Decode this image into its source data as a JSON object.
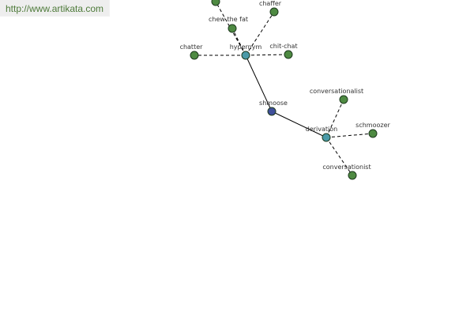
{
  "watermark": {
    "url": "http://www.artikata.com"
  },
  "colors": {
    "root": "#3f4f9a",
    "relation": "#4a9aa8",
    "leaf": "#4e8a42",
    "url_text": "#4d7a39",
    "url_bg": "#eeeeee"
  },
  "graph": {
    "nodes": [
      {
        "id": "schmoose",
        "label": "shmoose",
        "kind": "root"
      },
      {
        "id": "hypernym",
        "label": "hypernym",
        "kind": "relation"
      },
      {
        "id": "derivation",
        "label": "derivation",
        "kind": "relation"
      },
      {
        "id": "chatter",
        "label": "chatter",
        "kind": "leaf"
      },
      {
        "id": "chew-the-fat",
        "label": "chew the fat",
        "kind": "leaf"
      },
      {
        "id": "chaffer",
        "label": "chaffer",
        "kind": "leaf"
      },
      {
        "id": "chit-chat",
        "label": "chit-chat",
        "kind": "leaf"
      },
      {
        "id": "top-node",
        "label": "",
        "kind": "leaf"
      },
      {
        "id": "conversationalist",
        "label": "conversationalist",
        "kind": "leaf"
      },
      {
        "id": "schmoozer",
        "label": "schmoozer",
        "kind": "leaf"
      },
      {
        "id": "conversationist",
        "label": "conversationist",
        "kind": "leaf"
      }
    ],
    "edges": [
      {
        "from": "schmoose",
        "to": "hypernym",
        "style": "solid"
      },
      {
        "from": "schmoose",
        "to": "derivation",
        "style": "solid"
      },
      {
        "from": "hypernym",
        "to": "chatter",
        "style": "dashed"
      },
      {
        "from": "hypernym",
        "to": "chew-the-fat",
        "style": "dashed"
      },
      {
        "from": "hypernym",
        "to": "chaffer",
        "style": "dashed"
      },
      {
        "from": "hypernym",
        "to": "chit-chat",
        "style": "dashed"
      },
      {
        "from": "hypernym",
        "to": "top-node",
        "style": "dashed"
      },
      {
        "from": "derivation",
        "to": "conversationalist",
        "style": "dashed"
      },
      {
        "from": "derivation",
        "to": "schmoozer",
        "style": "dashed"
      },
      {
        "from": "derivation",
        "to": "conversationist",
        "style": "dashed"
      }
    ]
  }
}
